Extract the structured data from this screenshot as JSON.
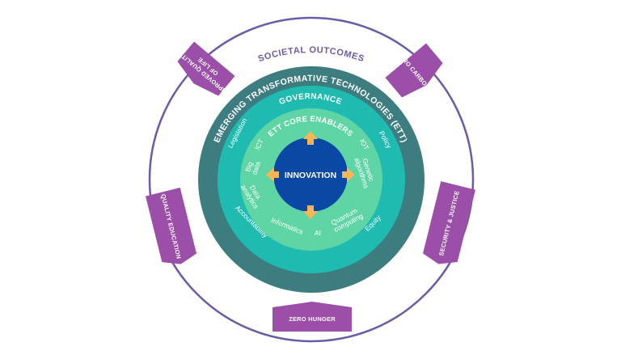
{
  "colors": {
    "outer_ring": "#6b5ba8",
    "tab_fill": "#9b4fa8",
    "ett_ring": "#3d7d80",
    "governance_ring": "#1fbbb1",
    "core_ring": "#5fd5a6",
    "innovation": "#0a48a6",
    "arrow": "#f6b556",
    "white": "#ffffff"
  },
  "outer": {
    "title": "SOCIETAL OUTCOMES"
  },
  "outcomes": {
    "improved_quality": {
      "line1": "IMPROVED QUALITY",
      "line2": "OF LIFE"
    },
    "zero_carbon": "ZERO CARBON",
    "quality_education": "QUALITY EDUCATION",
    "security_justice": "SECURITY & JUSTICE",
    "zero_hunger": "ZERO HUNGER"
  },
  "ett": {
    "title": "EMERGING TRANSFORMATIVE TECHNOLOGIES (ETT)"
  },
  "governance": {
    "title": "GOVERNANCE",
    "items": {
      "legislation": "Legislation",
      "policy": "Policy",
      "accountability": "Accountability",
      "equity": "Equity"
    }
  },
  "core": {
    "title": "ETT CORE ENABLERS",
    "items": {
      "ict": "ICT",
      "iot": "IOT",
      "big_data": {
        "line1": "Big",
        "line2": "data"
      },
      "genetic_algorithms": {
        "line1": "Genetic",
        "line2": "algorithms"
      },
      "data_analytics": {
        "line1": "Data",
        "line2": "analytics"
      },
      "informatics": "Informatics",
      "ai": "AI",
      "quantum_computing": {
        "line1": "Quantum",
        "line2": "computing"
      }
    }
  },
  "center": {
    "title": "INNOVATION"
  }
}
